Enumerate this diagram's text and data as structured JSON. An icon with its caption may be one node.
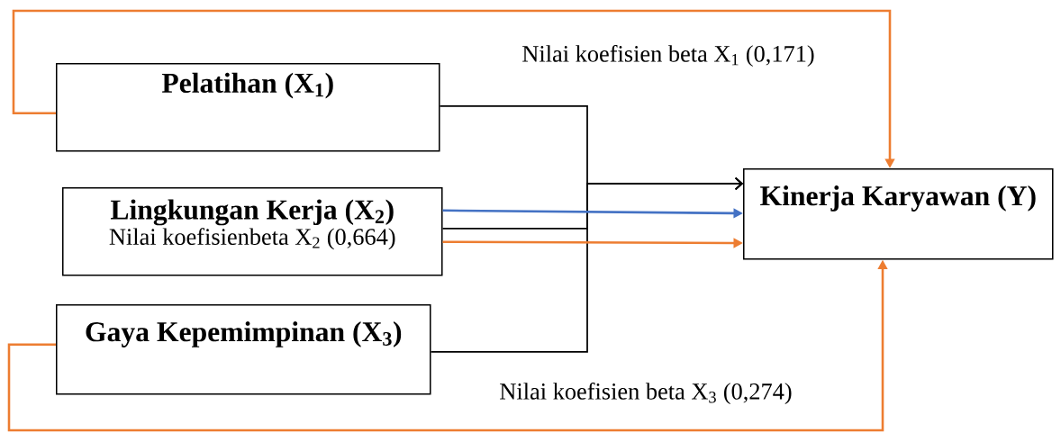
{
  "diagram": {
    "nodes": [
      {
        "text": [
          "Pelatihan (X$_{1}$)"
        ]
      },
      {
        "text": [
          "Lingkungan Kerja (X$_{2}$)",
          "Nilai koefisienbeta  X$_{2}$ (0,664)"
        ]
      },
      {
        "text": [
          "Gaya Kepemimpinan (X$_{3}$)"
        ]
      },
      {
        "text": [
          "Kinerja Karyawan (Y)"
        ]
      }
    ],
    "edges": [
      {
        "from": 0,
        "to": 3,
        "arrow": "to"
      },
      {
        "from": 1,
        "to": 3,
        "arrow": "to"
      },
      {
        "from": 2,
        "to": 3,
        "arrow": "to"
      },
      {
        "from": 1,
        "to": 3,
        "arrow": "to",
        "color": "#4472c4"
      },
      {
        "from": 1,
        "to": 3,
        "arrow": "to",
        "color": "#ed7d31"
      },
      {
        "from": 0,
        "to": 3,
        "arrow": "to",
        "color": "#ed7d31",
        "label": "Nilai koefisien beta  X$_{1}$ (0,171)"
      },
      {
        "from": 2,
        "to": 3,
        "arrow": "to",
        "color": "#ed7d31",
        "label": "Nilai koefisien beta  X$_{3}$ (0,274)"
      }
    ]
  }
}
